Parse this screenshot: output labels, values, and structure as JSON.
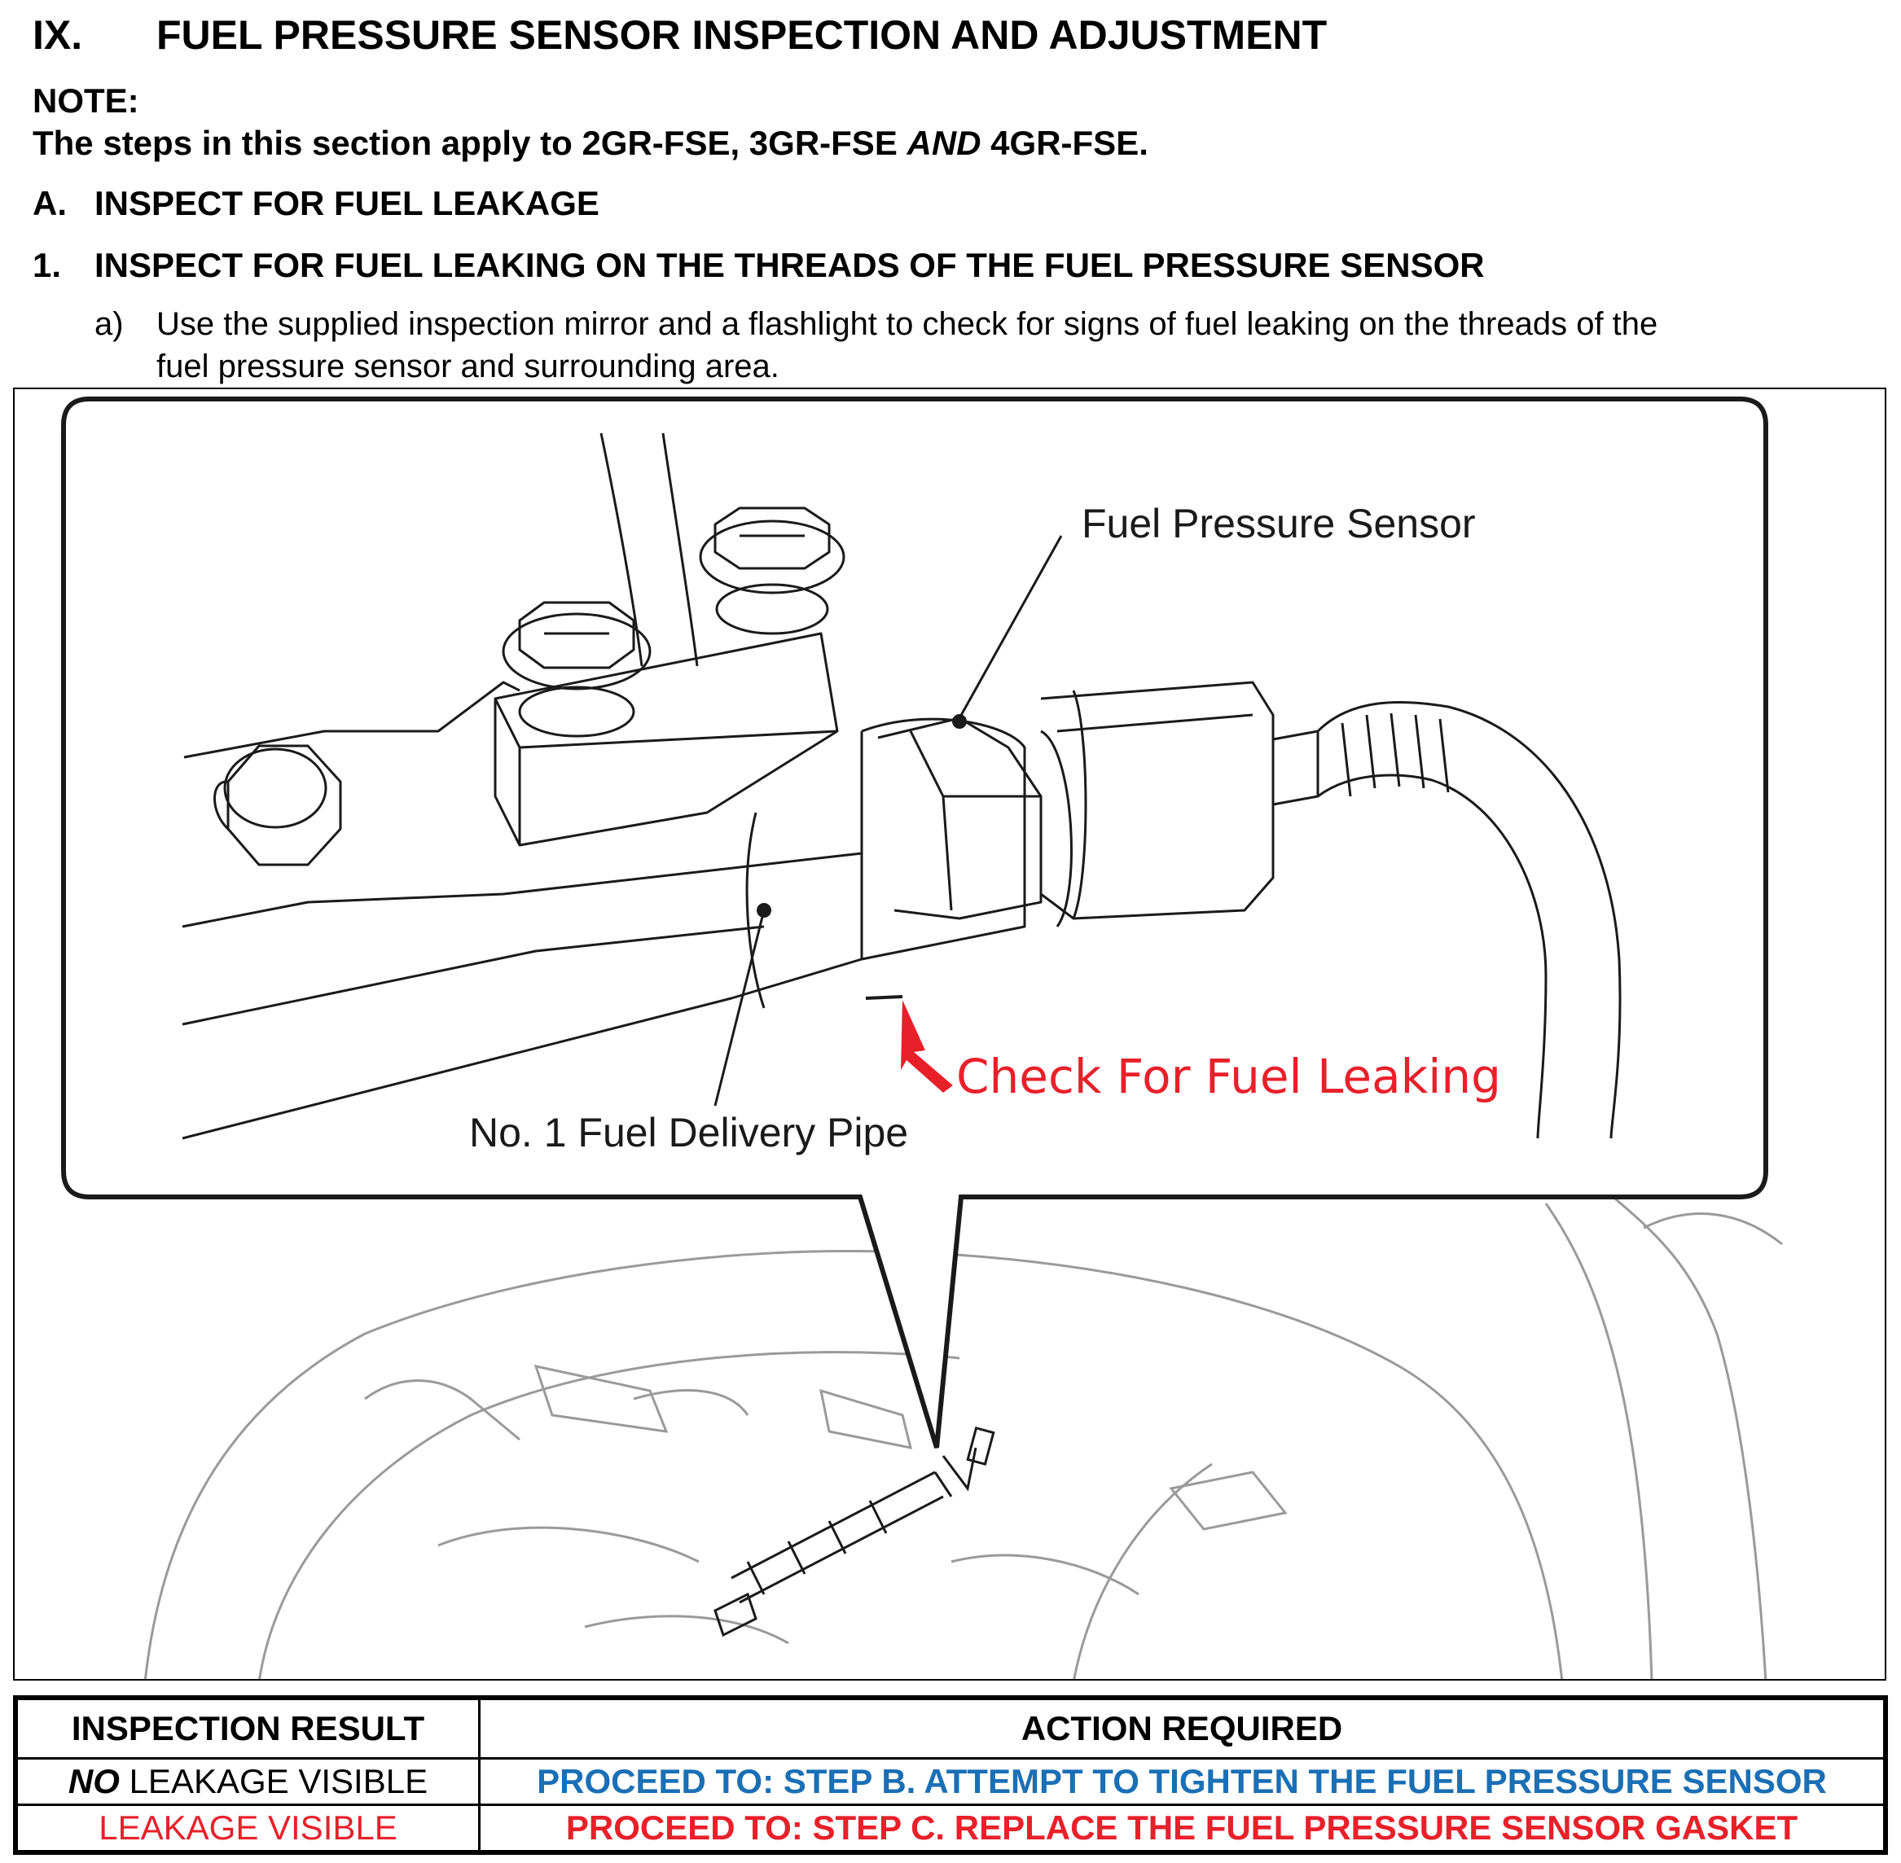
{
  "section": {
    "number": "IX.",
    "title": "FUEL PRESSURE SENSOR INSPECTION AND ADJUSTMENT"
  },
  "note": {
    "label": "NOTE:",
    "text_part1": "The steps in this section apply to 2GR-FSE, 3GR-FSE ",
    "text_italic": "AND",
    "text_part2": " 4GR-FSE."
  },
  "step_a": {
    "letter": "A.",
    "title": "INSPECT FOR FUEL LEAKAGE"
  },
  "step_1": {
    "number": "1.",
    "title": "INSPECT FOR FUEL LEAKING ON THE THREADS OF THE FUEL PRESSURE SENSOR"
  },
  "substep_a": {
    "letter": "a)",
    "line1": "Use the supplied inspection mirror and a flashlight to check for signs of fuel leaking on the threads of the",
    "line2": "fuel pressure sensor and surrounding area."
  },
  "figure": {
    "label_sensor": "Fuel Pressure Sensor",
    "label_pipe": "No. 1 Fuel Delivery Pipe",
    "label_check": "Check For Fuel Leaking",
    "accent_color": "#e8202a"
  },
  "table": {
    "headers": [
      "INSPECTION RESULT",
      "ACTION REQUIRED"
    ],
    "rows": [
      {
        "result_italic": "NO",
        "result_rest": " LEAKAGE VISIBLE",
        "action": "PROCEED TO: STEP B. ATTEMPT TO TIGHTEN THE FUEL PRESSURE SENSOR",
        "action_color": "#1a6fb5"
      },
      {
        "result": "LEAKAGE VISIBLE",
        "action": "PROCEED TO: STEP C. REPLACE THE FUEL PRESSURE SENSOR GASKET",
        "action_color": "#e8202a"
      }
    ]
  }
}
